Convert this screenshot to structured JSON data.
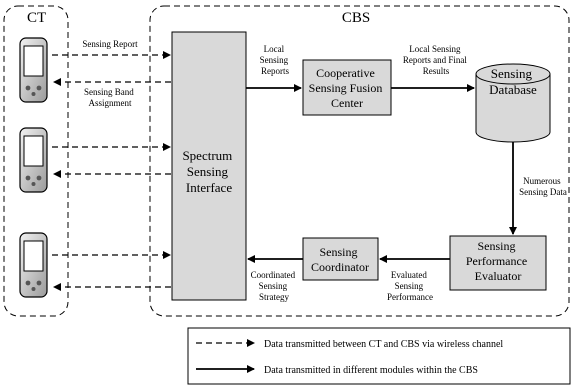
{
  "groups": {
    "ct": "CT",
    "cbs": "CBS"
  },
  "boxes": {
    "ssi": [
      "Spectrum",
      "Sensing",
      "Interface"
    ],
    "fusion": [
      "Cooperative",
      "Sensing Fusion",
      "Center"
    ],
    "database": [
      "Sensing",
      "Database"
    ],
    "evaluator": [
      "Sensing",
      "Performance",
      "Evaluator"
    ],
    "coordinator": [
      "Sensing",
      "Coordinator"
    ]
  },
  "edge_labels": {
    "sensing_report": "Sensing Report",
    "band_assignment": [
      "Sensing Band",
      "Assignment"
    ],
    "local_reports": [
      "Local",
      "Sensing",
      "Reports"
    ],
    "local_final": [
      "Local Sensing",
      "Reports and Final",
      "Results"
    ],
    "numerous": [
      "Numerous",
      "Sensing Data"
    ],
    "evaluated": [
      "Evaluated",
      "Sensing",
      "Performance"
    ],
    "coordinated": [
      "Coordinated",
      "Sensing",
      "Strategy"
    ]
  },
  "legend": {
    "dashed": "Data transmitted between CT and CBS via wireless channel",
    "solid": "Data transmitted in different modules within the CBS"
  },
  "colors": {
    "box_fill": "#d9d9d9",
    "database_fill": "#d9d9d9",
    "line": "#000000"
  },
  "icons": [
    "phone-icon",
    "phone-icon",
    "phone-icon"
  ]
}
